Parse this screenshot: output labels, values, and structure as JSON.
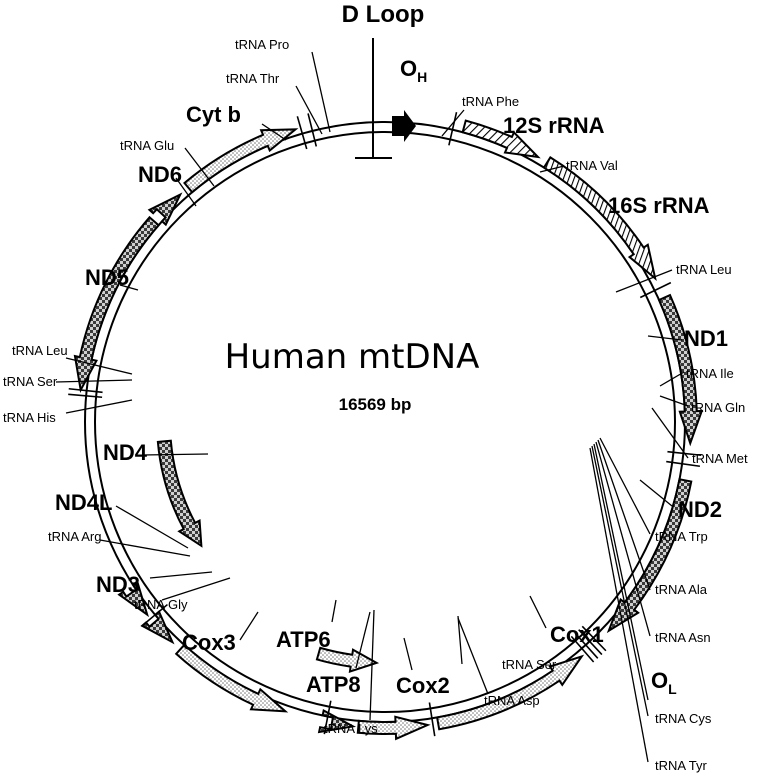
{
  "title": "Human mtDNA",
  "size": "16569 bp",
  "labels": {
    "d_loop": "D Loop",
    "oh": "O",
    "oh_sub": "H",
    "ol": "O",
    "ol_sub": "L",
    "trna_pro": "tRNA Pro",
    "trna_thr": "tRNA Thr",
    "cyt_b": "Cyt b",
    "trna_glu": "tRNA Glu",
    "nd6": "ND6",
    "nd5": "ND5",
    "trna_leu1": "tRNA Leu",
    "trna_ser1": "tRNA Ser",
    "trna_his": "tRNA His",
    "nd4": "ND4",
    "nd4l": "ND4L",
    "trna_arg": "tRNA Arg",
    "nd3": "ND3",
    "trna_gly": "tRNA Gly",
    "cox3": "Cox3",
    "atp6": "ATP6",
    "atp8": "ATP8",
    "trna_lys": "tRNA Lys",
    "cox2": "Cox2",
    "trna_asp": "tRNA Asp",
    "trna_ser2": "tRNA Ser",
    "cox1": "Cox1",
    "trna_trp": "tRNA Trp",
    "trna_ala": "tRNA Ala",
    "trna_asn": "tRNA Asn",
    "trna_cys": "tRNA Cys",
    "trna_tyr": "tRNA Tyr",
    "nd2": "ND2",
    "trna_met": "tRNA Met",
    "trna_gln": "tRNA Gln",
    "trna_ile": "tRNA Ile",
    "nd1": "ND1",
    "trna_leu2": "tRNA Leu",
    "rrna16": "16S rRNA",
    "trna_val": "tRNA Val",
    "rrna12": "12S rRNA",
    "trna_phe": "tRNA Phe"
  },
  "colors": {
    "ink": "#000000",
    "background": "#ffffff",
    "gene_checker": "#bdbdbd",
    "gene_light": "#e2e2e2"
  }
}
